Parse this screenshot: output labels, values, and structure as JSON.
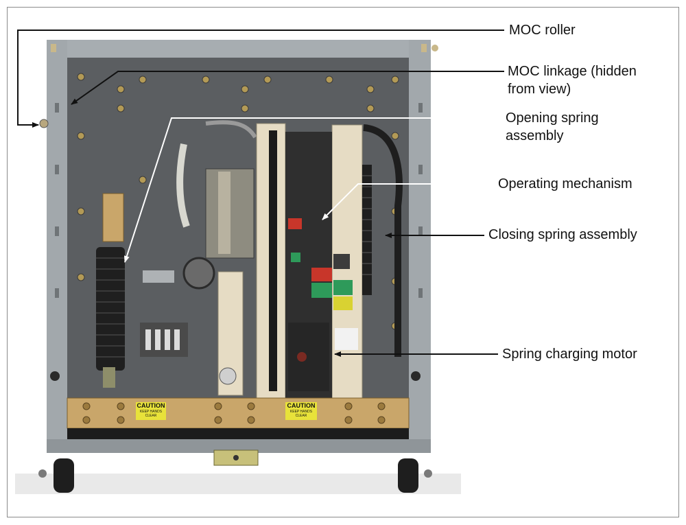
{
  "callouts": {
    "moc_roller": "MOC roller",
    "moc_linkage_line1": "MOC linkage (hidden",
    "moc_linkage_line2": "from view)",
    "opening_spring_line1": "Opening spring",
    "opening_spring_line2": "assembly",
    "operating_mechanism": "Operating mechanism",
    "closing_spring": "Closing spring assembly",
    "spring_charging_motor": "Spring charging motor"
  },
  "labels": {
    "caution_left": "CAUTION",
    "caution_left_sub": "KEEP HANDS CLEAR",
    "caution_right": "CAUTION",
    "caution_right_sub": "KEEP HANDS CLEAR"
  },
  "colors": {
    "panel": "#5b5e61",
    "frame": "#9aa0a4",
    "beige": "#e6dcc4",
    "brass": "#c9a66a",
    "red_button": "#c8362a",
    "green_button": "#2e9a5a",
    "yellow_flag": "#d9d232"
  }
}
